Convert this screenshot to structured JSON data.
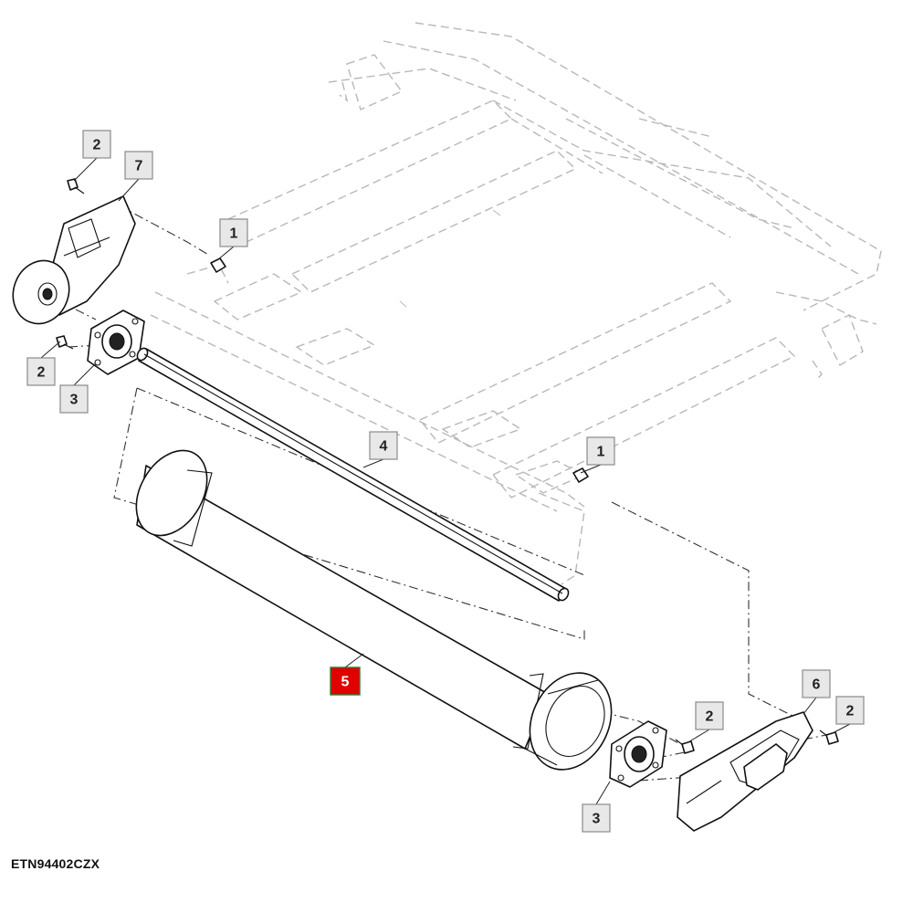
{
  "drawing_code": "ETN94402CZX",
  "colors": {
    "highlight_fill": "#e00000",
    "highlight_border": "#2e7d32",
    "callout_fill": "#e8e8e8",
    "phantom_lines": "#b8b8b8"
  },
  "callouts": [
    {
      "id": "c1",
      "label": "2",
      "highlighted": false
    },
    {
      "id": "c2",
      "label": "7",
      "highlighted": false
    },
    {
      "id": "c3",
      "label": "1",
      "highlighted": false
    },
    {
      "id": "c4",
      "label": "2",
      "highlighted": false
    },
    {
      "id": "c5",
      "label": "3",
      "highlighted": false
    },
    {
      "id": "c6",
      "label": "4",
      "highlighted": false
    },
    {
      "id": "c7",
      "label": "1",
      "highlighted": false
    },
    {
      "id": "c8",
      "label": "5",
      "highlighted": true
    },
    {
      "id": "c9",
      "label": "6",
      "highlighted": false
    },
    {
      "id": "c10",
      "label": "2",
      "highlighted": false
    },
    {
      "id": "c11",
      "label": "2",
      "highlighted": false
    },
    {
      "id": "c12",
      "label": "3",
      "highlighted": false
    }
  ]
}
